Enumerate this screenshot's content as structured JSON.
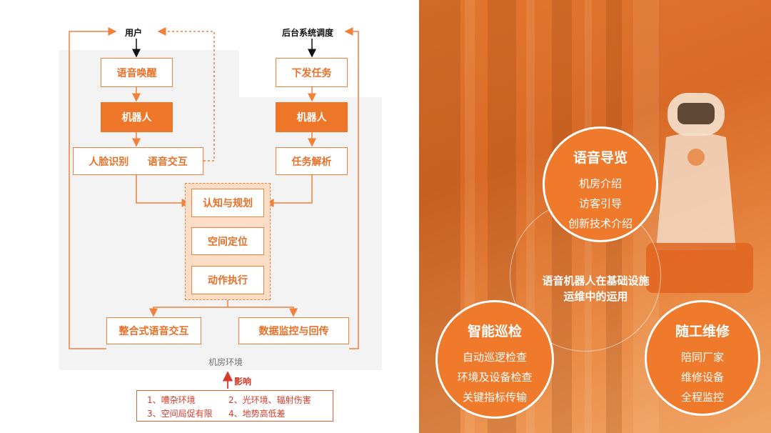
{
  "flow": {
    "user": "用户",
    "backend": "后台系统调度",
    "voice_wake": "语音唤醒",
    "robot_left": "机器人",
    "face_recognition": "人脸识别",
    "voice_interaction": "语音交互",
    "dispatch_task": "下发任务",
    "robot_right": "机器人",
    "task_parse": "任务解析",
    "cognition_planning": "认知与规划",
    "spatial_positioning": "空间定位",
    "action_execution": "动作执行",
    "integrated_voice": "整合式语音交互",
    "data_monitoring": "数据监控与回传",
    "environment": "机房环境",
    "influence": "影响",
    "impacts": [
      "1、嘈杂环境",
      "2、光环境、辐射伤害",
      "3、空间局促有限",
      "4、地势高低差"
    ]
  },
  "panel": {
    "center_line1": "语音机器人在基础设施",
    "center_line2": "运维中的运用",
    "features": [
      {
        "title": "语音导览",
        "items": [
          "机房介绍",
          "访客引导",
          "创新技术介绍"
        ]
      },
      {
        "title": "智能巡检",
        "items": [
          "自动巡逻检查",
          "环境及设备检查",
          "关键指标传输"
        ]
      },
      {
        "title": "随工维修",
        "items": [
          "陪同厂家",
          "维修设备",
          "全程监控"
        ]
      }
    ]
  },
  "colors": {
    "accent": "#ee7628",
    "line": "#f0803a",
    "influence": "#d63a2a",
    "environment_bg": "#f3f3f3"
  }
}
